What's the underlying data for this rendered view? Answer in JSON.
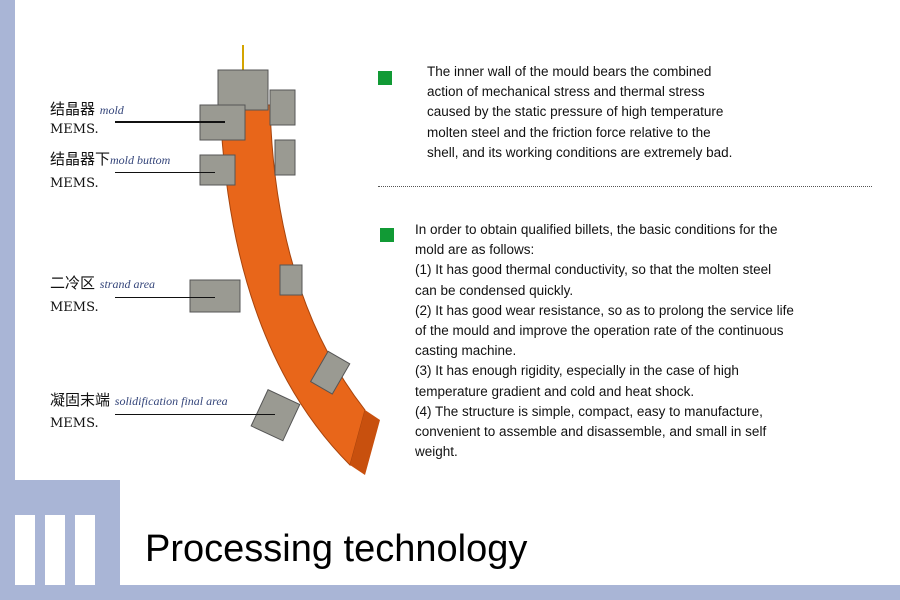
{
  "slide": {
    "title": "Processing technology",
    "accent_color": "#a9b5d6",
    "bullet_color": "#119a35"
  },
  "diagram": {
    "labels": [
      {
        "cn": "结晶器",
        "en": "mold",
        "sub": "MEMS."
      },
      {
        "cn": "结晶器下",
        "en": "mold buttom",
        "sub": "MEMS."
      },
      {
        "cn": "二冷区",
        "en": "strand area",
        "sub": "MEMS."
      },
      {
        "cn": "凝固末端",
        "en": "solidification final area",
        "sub": "MEMS."
      }
    ]
  },
  "content": {
    "para1": [
      "The inner wall of the mould bears the combined",
      "action of mechanical stress and thermal stress",
      "caused by the static pressure of high temperature",
      "molten steel and the friction force relative to the",
      "shell, and its working conditions are extremely bad."
    ],
    "para2": [
      "In order to obtain qualified billets, the basic conditions for the",
      "mold are as follows:",
      "(1) It has good thermal conductivity, so that the molten steel",
      "can be condensed quickly.",
      "(2) It has good wear resistance, so as to prolong the service life",
      "of the mould and improve the operation rate of the continuous",
      "casting machine.",
      "(3) It has enough rigidity, especially in the case of high",
      "temperature gradient and cold and heat shock.",
      "(4) The structure is simple, compact, easy to manufacture,",
      "convenient to assemble and disassemble, and small in self",
      "weight."
    ]
  }
}
